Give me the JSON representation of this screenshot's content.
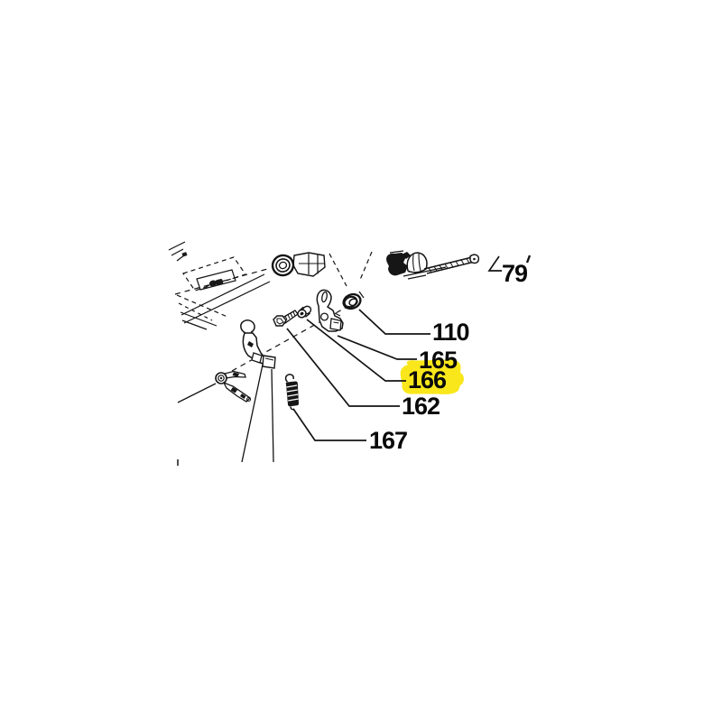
{
  "diagram": {
    "type": "exploded-parts-diagram",
    "background_color": "#ffffff",
    "line_color": "#141414",
    "highlight_color": "#f9e71b",
    "callouts": [
      {
        "number": "79",
        "highlighted": false
      },
      {
        "number": "110",
        "highlighted": false
      },
      {
        "number": "165",
        "highlighted": false
      },
      {
        "number": "166",
        "highlighted": true
      },
      {
        "number": "162",
        "highlighted": false
      },
      {
        "number": "167",
        "highlighted": false
      }
    ],
    "parts_pictured": [
      "engine-crankcase",
      "cylinder-block",
      "dashed-inset-box",
      "hex-bolt",
      "spacer-collar",
      "throttle-lever-bracket",
      "grommet-seal",
      "choke-bracket",
      "governor-lever-fork",
      "tension-spring"
    ]
  }
}
